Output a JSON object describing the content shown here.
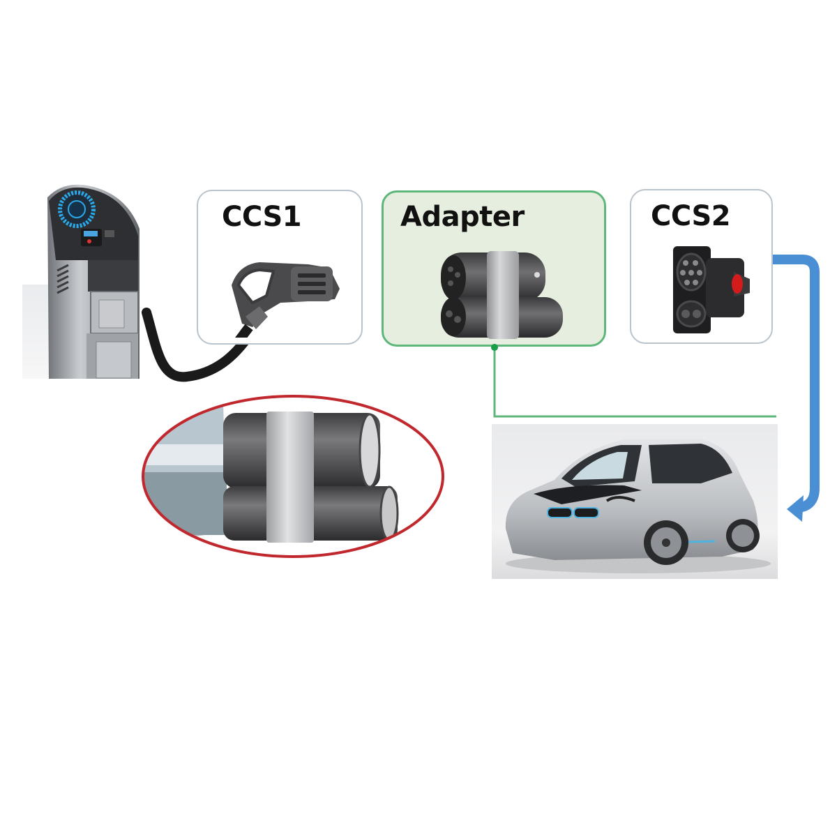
{
  "diagram": {
    "title": "CCS1 to CCS2 charging adapter connection flow",
    "nodes": {
      "station": {
        "label": "",
        "description": "DC charging station"
      },
      "ccs1": {
        "label": "CCS1",
        "description": "CCS1 charging plug"
      },
      "adapter": {
        "label": "Adapter",
        "description": "CCS1 to CCS2 adapter"
      },
      "ccs2": {
        "label": "CCS2",
        "description": "CCS2 vehicle inlet"
      },
      "inset": {
        "label": "",
        "description": "Close-up of adapter attached to CCS1 plug"
      },
      "car": {
        "label": "",
        "description": "Electric vehicle (CCS2 inlet)"
      }
    },
    "edges": [
      {
        "from": "station",
        "to": "ccs1",
        "style": "black cable"
      },
      {
        "from": "adapter",
        "to": "car",
        "style": "green connector line"
      },
      {
        "from": "ccs2",
        "to": "car",
        "style": "blue arrow"
      }
    ]
  },
  "colors": {
    "background": "#ffffff",
    "box_border_plain": "#b9c3cc",
    "adapter_fill": "#e6efdf",
    "adapter_border": "#5db77a",
    "connector_green": "#5db77a",
    "connector_dot": "#1a9e4a",
    "arrow_blue": "#4a8fd4",
    "inset_ellipse": "#c0282d",
    "cable": "#1a1a1a"
  }
}
